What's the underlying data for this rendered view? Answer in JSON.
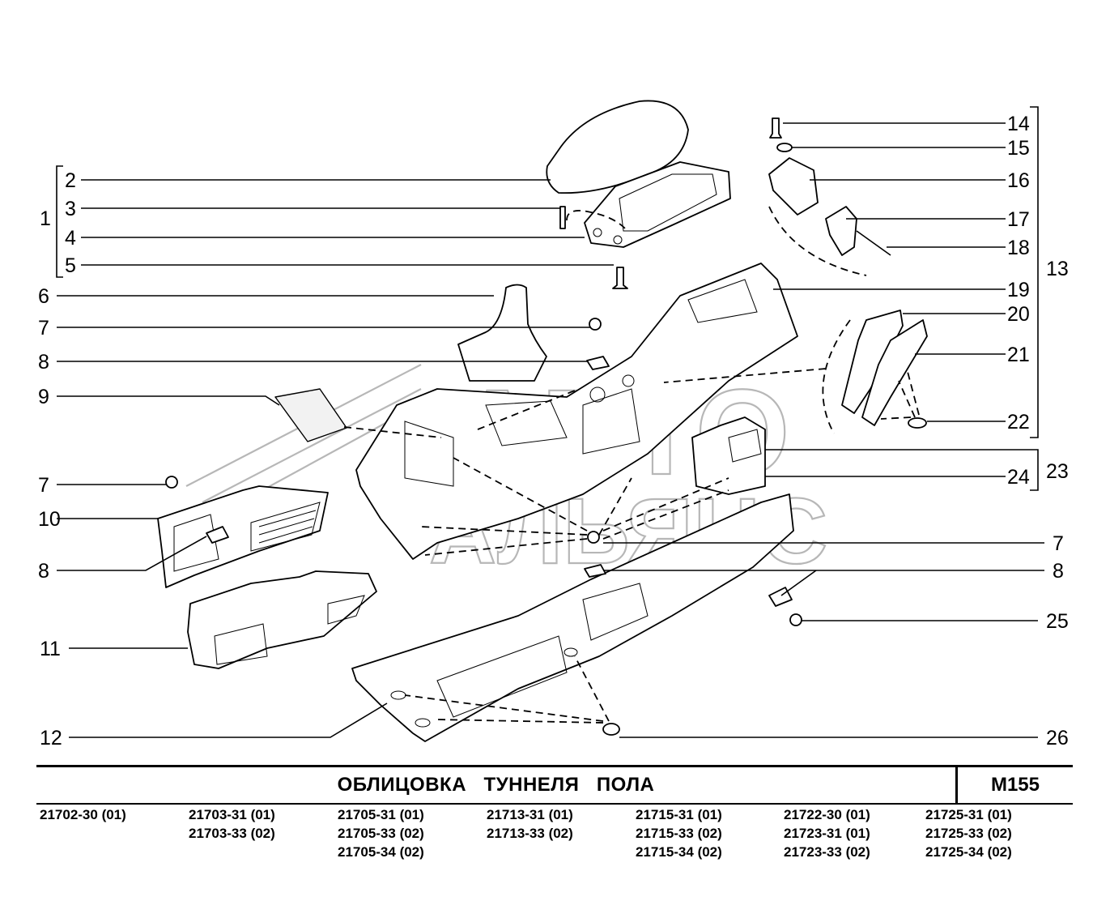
{
  "callouts": {
    "left": [
      "1",
      "2",
      "3",
      "4",
      "5",
      "6",
      "7",
      "8",
      "9",
      "7",
      "10",
      "8",
      "11",
      "12"
    ],
    "right": [
      "14",
      "15",
      "16",
      "17",
      "18",
      "13",
      "19",
      "20",
      "21",
      "22",
      "23",
      "24",
      "7",
      "8",
      "25",
      "26"
    ]
  },
  "watermark": {
    "line1": "АВТО",
    "line2": "АЛЬЯНС"
  },
  "title": "ОБЛИЦОВКА   ТУННЕЛЯ   ПОЛА",
  "sheet_code": "М155",
  "models": [
    [
      "21702-30 (01)"
    ],
    [
      "21703-31 (01)",
      "21703-33 (02)"
    ],
    [
      "21705-31 (01)",
      "21705-33 (02)",
      "21705-34 (02)"
    ],
    [
      "21713-31 (01)",
      "21713-33 (02)"
    ],
    [
      "21715-31 (01)",
      "21715-33 (02)",
      "21715-34 (02)"
    ],
    [
      "21722-30 (01)",
      "21723-31 (01)",
      "21723-33 (02)"
    ],
    [
      "21725-31 (01)",
      "21725-33 (02)",
      "21725-34 (02)"
    ]
  ]
}
